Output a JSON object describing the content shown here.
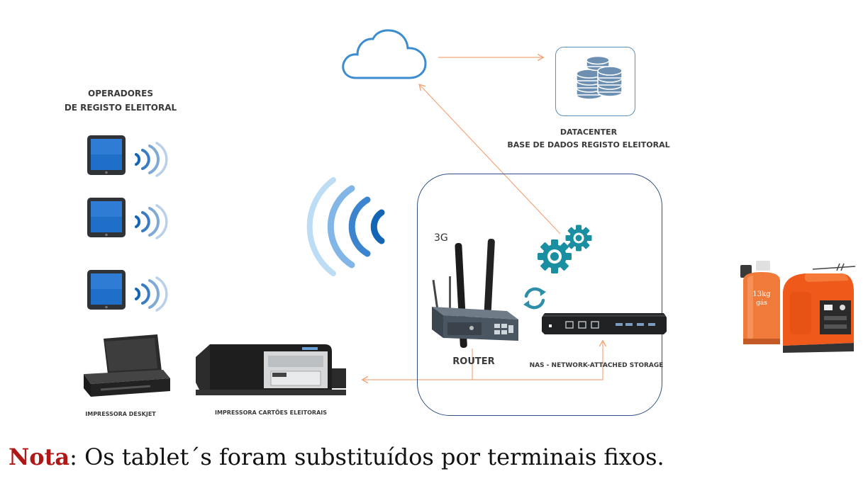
{
  "labels": {
    "operators_line1": "OPERADORES",
    "operators_line2": "DE REGISTO ELEITORAL",
    "datacenter_line1": "DATACENTER",
    "datacenter_line2": "BASE DE DADOS REGISTO ELEITORAL",
    "threeg": "3G",
    "router": "ROUTER",
    "nas": "NAS - NETWORK-ATTACHED STORAGE",
    "printer_deskjet": "IMPRESSORA DESKJET",
    "printer_cards": "IMPRESSORA CARTÕES ELEITORAIS",
    "gas_bottle_line1": "13kg",
    "gas_bottle_line2": "gás"
  },
  "note": {
    "strong": "Nota",
    "text": ": Os tablet´s foram substituídos por terminais fixos."
  },
  "colors": {
    "cloud": "#3c8dd0",
    "arrow": "#f2a77a",
    "gear": "#1a8fa1",
    "wifi": "#1565b7",
    "note_strong": "#b01818"
  },
  "icons": [
    "cloud-icon",
    "database-icon",
    "tablet-icon",
    "wifi-signal-icon",
    "gear-icon",
    "sync-icon",
    "router-icon",
    "nas-icon",
    "printer-icon",
    "card-printer-icon",
    "gas-bottle-icon",
    "generator-icon"
  ]
}
